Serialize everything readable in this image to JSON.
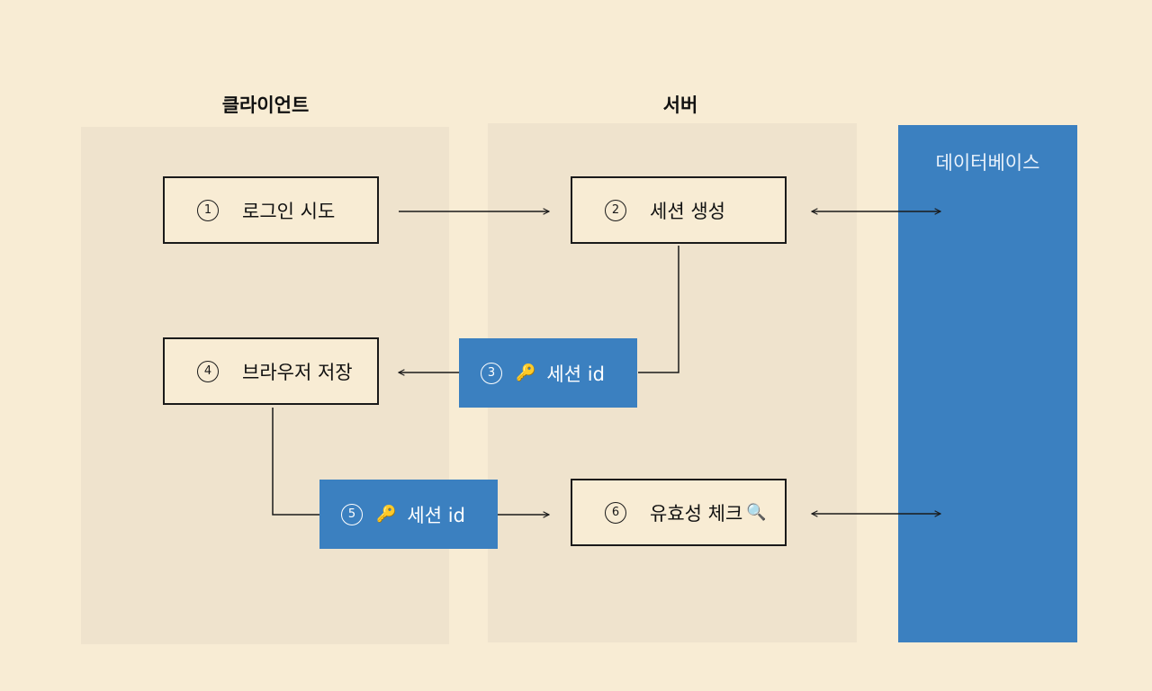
{
  "lanes": {
    "client": "클라이언트",
    "server": "서버",
    "database": "데이터베이스"
  },
  "steps": [
    {
      "num": "1",
      "label": "로그인 시도"
    },
    {
      "num": "2",
      "label": "세션 생성"
    },
    {
      "num": "3",
      "label": "세션 id",
      "icon": "key-icon"
    },
    {
      "num": "4",
      "label": "브라우저 저장"
    },
    {
      "num": "5",
      "label": "세션 id",
      "icon": "key-icon"
    },
    {
      "num": "6",
      "label": "유효성 체크",
      "icon": "magnifier-icon"
    }
  ],
  "colors": {
    "background": "#f8ecd4",
    "lane": "#efe3cd",
    "accent": "#3b80c0",
    "line": "#1a1a1a"
  }
}
